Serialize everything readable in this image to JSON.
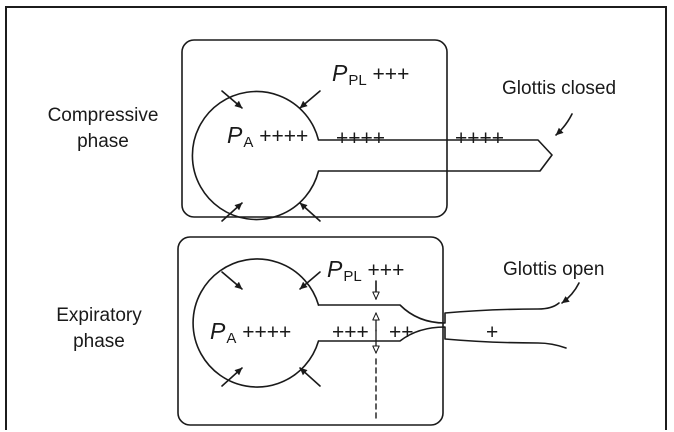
{
  "top": {
    "phase_label_1": "Compressive",
    "phase_label_2": "phase",
    "pleural_symbol": "P",
    "pleural_subscript": "PL",
    "pleural_pressure": "+++",
    "alveolar_symbol": "P",
    "alveolar_subscript": "A",
    "alveolar_pressure": "++++",
    "airway_pressure_1": "++++",
    "airway_pressure_2": "++++",
    "glottis_label": "Glottis closed"
  },
  "bottom": {
    "phase_label_1": "Expiratory",
    "phase_label_2": "phase",
    "pleural_symbol": "P",
    "pleural_subscript": "PL",
    "pleural_pressure": "+++",
    "alveolar_symbol": "P",
    "alveolar_subscript": "A",
    "alveolar_pressure": "++++",
    "airway_pressure_1": "+++",
    "airway_pressure_2": "++",
    "upper_airway_pressure": "+",
    "glottis_label": "Glottis open"
  }
}
